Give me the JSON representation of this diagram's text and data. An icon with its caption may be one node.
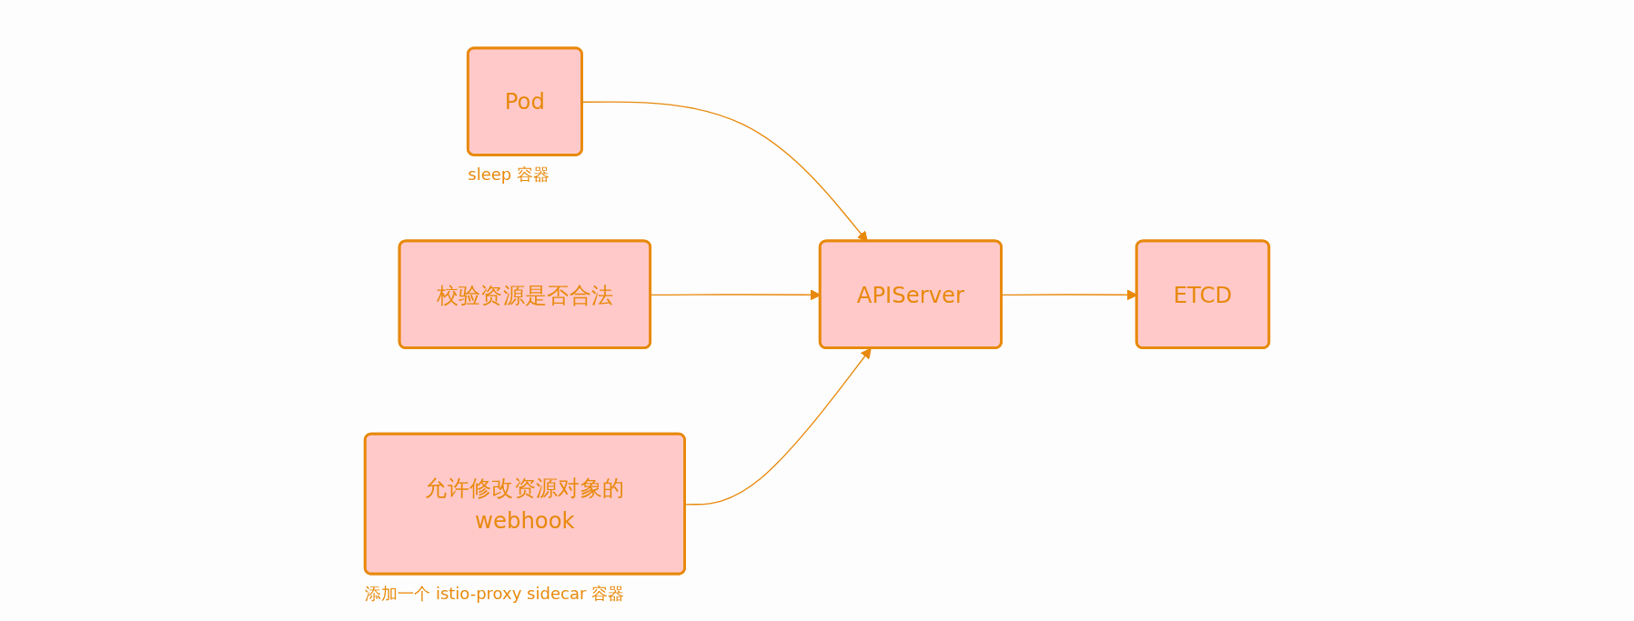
{
  "diagram": {
    "nodes": [
      {
        "text": [
          "Pod"
        ],
        "beside": [
          "sleep 容器"
        ]
      },
      {
        "text": [
          "APIServer"
        ]
      },
      {
        "text": [
          "ETCD"
        ]
      },
      {
        "text": [
          "校验资源是否合法"
        ]
      },
      {
        "text": [
          "允许修改资源对象的webhook"
        ],
        "beside": [
          "添加一个 istio-proxy sidecar 容器"
        ]
      }
    ],
    "edges": [
      {
        "from": 0,
        "to": 1,
        "arrow": "to"
      },
      {
        "from": 1,
        "to": 2,
        "arrow": "to"
      },
      {
        "from": 3,
        "to": 1,
        "arrow": "to"
      },
      {
        "from": 4,
        "to": 1,
        "arrow": "to"
      }
    ]
  }
}
